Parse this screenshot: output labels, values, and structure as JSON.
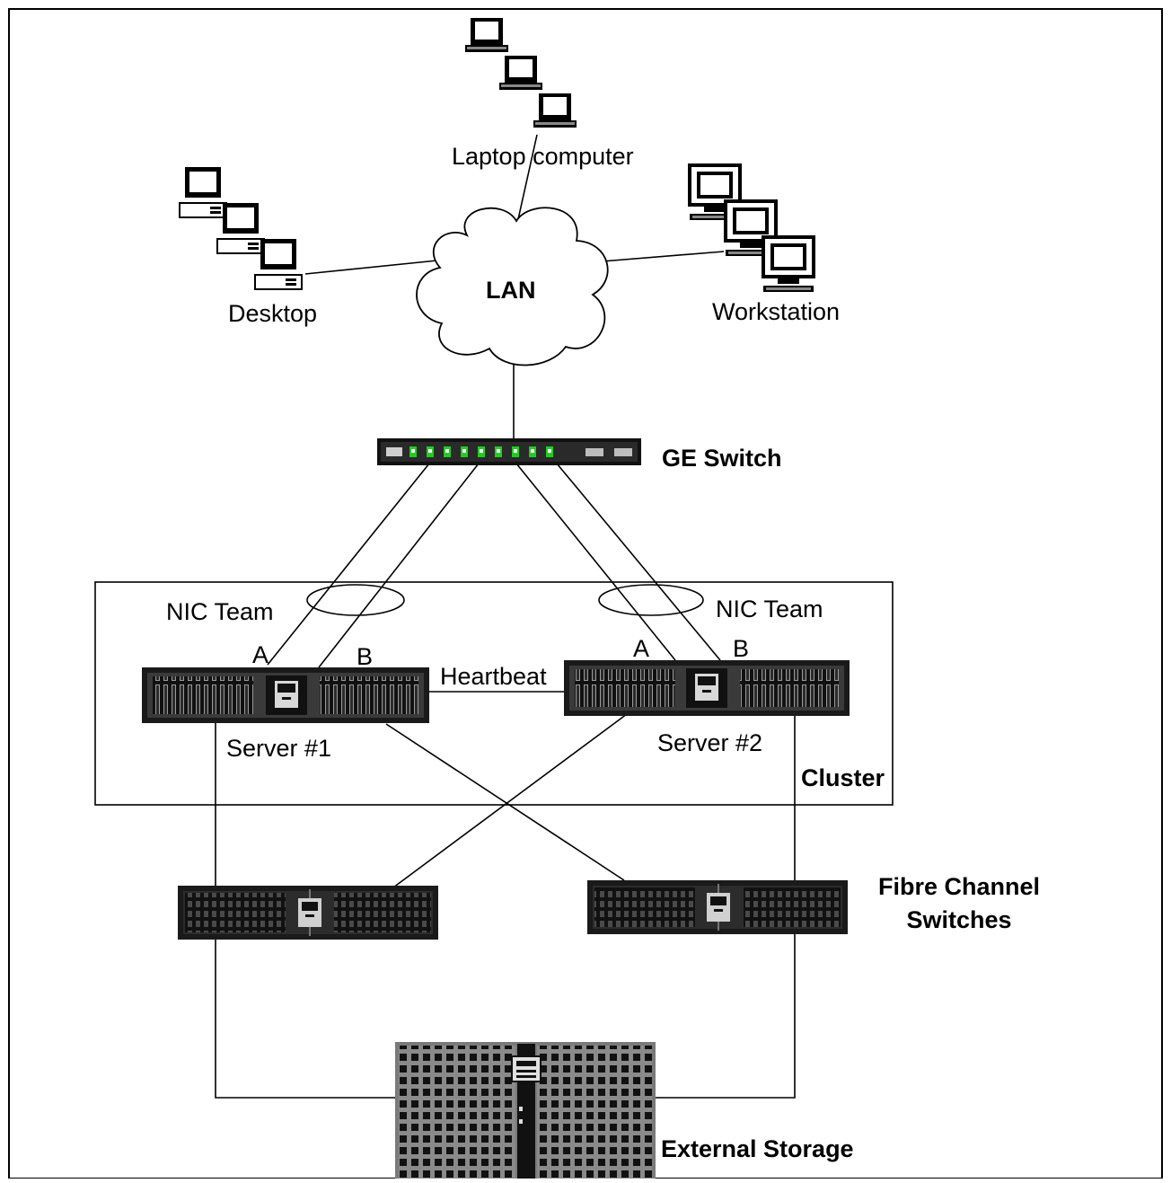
{
  "labels": {
    "laptop": "Laptop computer",
    "desktop": "Desktop",
    "workstation": "Workstation",
    "lan": "LAN",
    "ge_switch": "GE Switch",
    "nic_team_left": "NIC Team",
    "nic_team_right": "NIC Team",
    "port_a_left": "A",
    "port_b_left": "B",
    "port_a_right": "A",
    "port_b_right": "B",
    "heartbeat": "Heartbeat",
    "server1": "Server #1",
    "server2": "Server #2",
    "cluster": "Cluster",
    "fc_switches_line1": "Fibre Channel",
    "fc_switches_line2": "Switches",
    "external_storage": "External Storage"
  },
  "icons": {
    "laptop": "laptop-icon",
    "desktop": "desktop-icon",
    "workstation": "workstation-icon",
    "lan": "cloud-icon",
    "ge_switch": "network-switch-icon",
    "server": "rack-server-icon",
    "fc_switch": "fc-switch-icon",
    "storage": "storage-array-icon"
  },
  "colors": {
    "line": "#000000",
    "device_body": "#1a1a1a",
    "device_face": "#3a3a3a",
    "storage_body": "#888888",
    "switch_leds": "#22cc22"
  }
}
